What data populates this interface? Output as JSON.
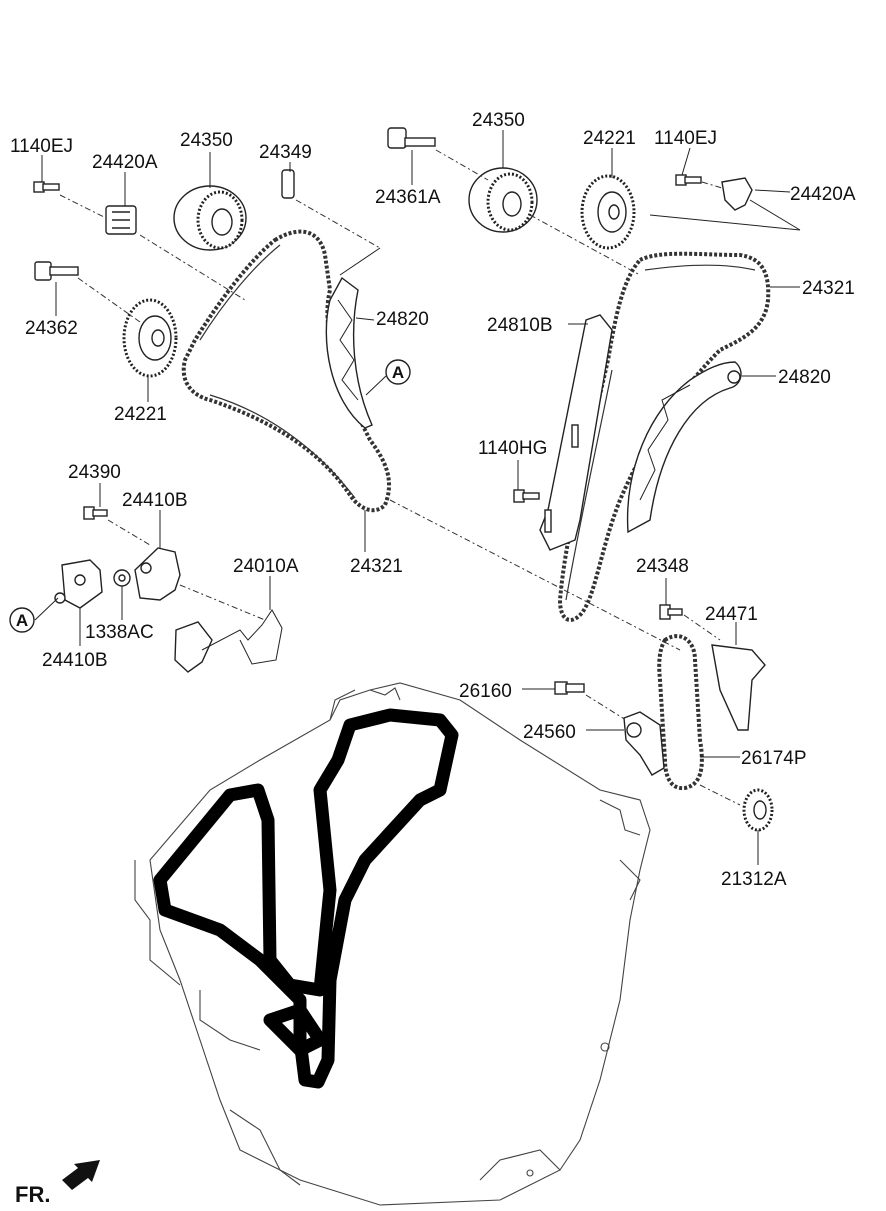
{
  "labels": {
    "l_1140EJ_left": "1140EJ",
    "l_24420A_left": "24420A",
    "l_24350_left": "24350",
    "l_24349": "24349",
    "l_24350_right": "24350",
    "l_24221_right": "24221",
    "l_1140EJ_right": "1140EJ",
    "l_24361A": "24361A",
    "l_24420A_right": "24420A",
    "l_24362": "24362",
    "l_24820_left": "24820",
    "l_24321_right": "24321",
    "l_24810B": "24810B",
    "l_24221_left": "24221",
    "l_24820_right": "24820",
    "l_1140HG": "1140HG",
    "l_24390": "24390",
    "l_24410B_top": "24410B",
    "l_24321_left": "24321",
    "l_24010A": "24010A",
    "l_24348": "24348",
    "l_24471": "24471",
    "l_1338AC": "1338AC",
    "l_24410B_bottom": "24410B",
    "l_26160": "26160",
    "l_24560": "24560",
    "l_26174P": "26174P",
    "l_21312A": "21312A"
  },
  "callouts": {
    "a_right": "A",
    "a_left": "A"
  },
  "orientation": "FR."
}
